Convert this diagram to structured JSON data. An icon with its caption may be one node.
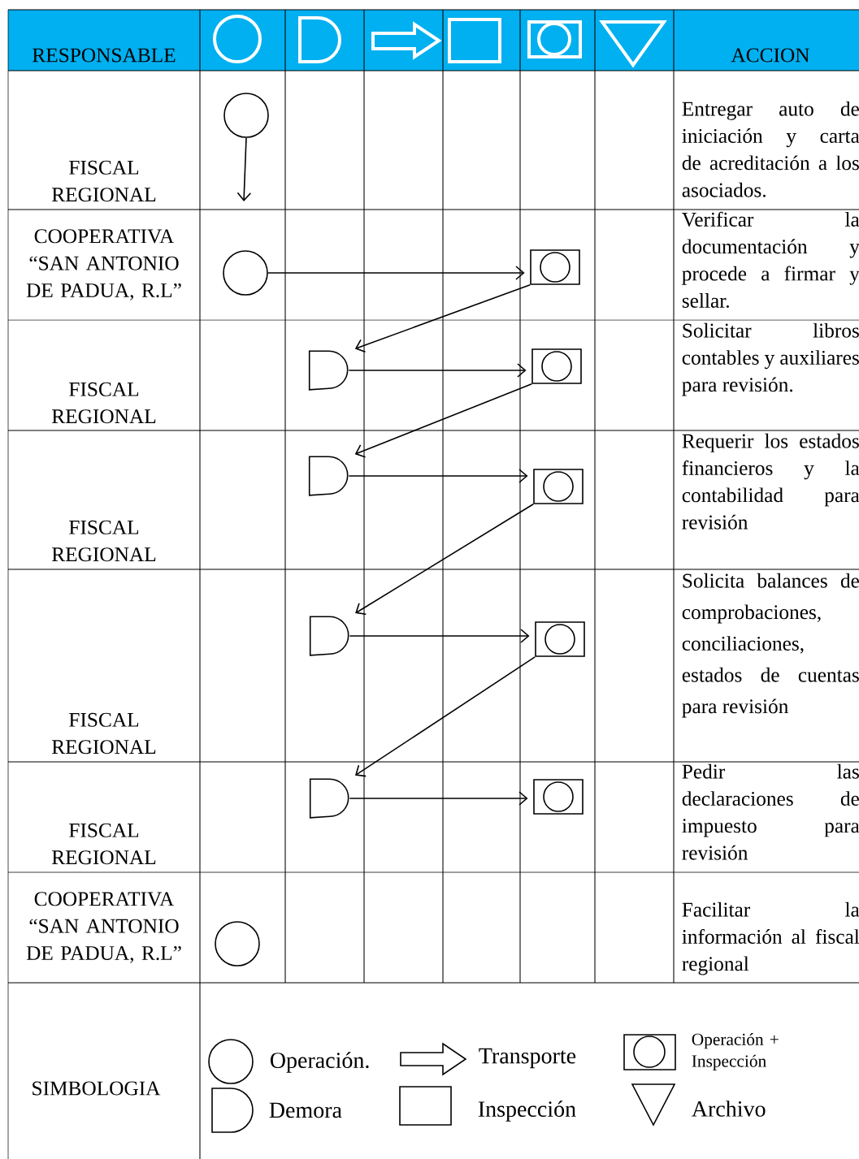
{
  "diagram": {
    "nodes": [
      {
        "text": [],
        "shape": "circle"
      },
      {
        "text": [],
        "shape": "circle"
      },
      {
        "text": [],
        "shape": "box"
      },
      {
        "text": [],
        "shape": "delay"
      },
      {
        "text": [],
        "shape": "box"
      },
      {
        "text": [],
        "shape": "delay"
      },
      {
        "text": [],
        "shape": "box"
      },
      {
        "text": [],
        "shape": "delay"
      },
      {
        "text": [],
        "shape": "box"
      },
      {
        "text": [],
        "shape": "delay"
      },
      {
        "text": [],
        "shape": "box"
      },
      {
        "text": [],
        "shape": "circle"
      }
    ],
    "edges": [
      {
        "from": 0,
        "to": null,
        "arrow": "to"
      },
      {
        "from": 1,
        "to": 2,
        "arrow": "to"
      },
      {
        "from": 2,
        "to": 3,
        "arrow": "to"
      },
      {
        "from": 3,
        "to": 4,
        "arrow": "to"
      },
      {
        "from": 4,
        "to": 5,
        "arrow": "to"
      },
      {
        "from": 5,
        "to": 6,
        "arrow": "to"
      },
      {
        "from": 6,
        "to": 7,
        "arrow": "to"
      },
      {
        "from": 7,
        "to": 8,
        "arrow": "to"
      },
      {
        "from": 8,
        "to": 9,
        "arrow": "to"
      },
      {
        "from": 9,
        "to": 10,
        "arrow": "to"
      }
    ],
    "labels": [
      "RESPONSABLE",
      "ACCION",
      "FISCAL REGIONAL",
      "Entregar auto de iniciación y carta de acreditación a los asociados.",
      "COOPERATIVA “SAN ANTONIO DE PADUA, R.L”",
      "Verificar la documentación y procede a firmar y sellar.",
      "FISCAL REGIONAL",
      "Solicitar libros contables y auxiliares para revisión.",
      "FISCAL REGIONAL",
      "Requerir los estados financieros y la contabilidad para revisión",
      "FISCAL REGIONAL",
      "Solicita balances de comprobaciones, conciliaciones, estados de cuentas para revisión",
      "FISCAL REGIONAL",
      "Pedir las declaraciones de impuesto para revisión",
      "COOPERATIVA “SAN ANTONIO DE PADUA, R.L”",
      "Facilitar la información al fiscal regional",
      "SIMBOLOGIA"
    ],
    "legend": [
      {
        "text": "Operación."
      },
      {
        "text": "Transporte"
      },
      {
        "text": "Operación + Inspección"
      },
      {
        "text": "Demora"
      },
      {
        "text": "Inspección"
      },
      {
        "text": "Archivo"
      }
    ]
  }
}
